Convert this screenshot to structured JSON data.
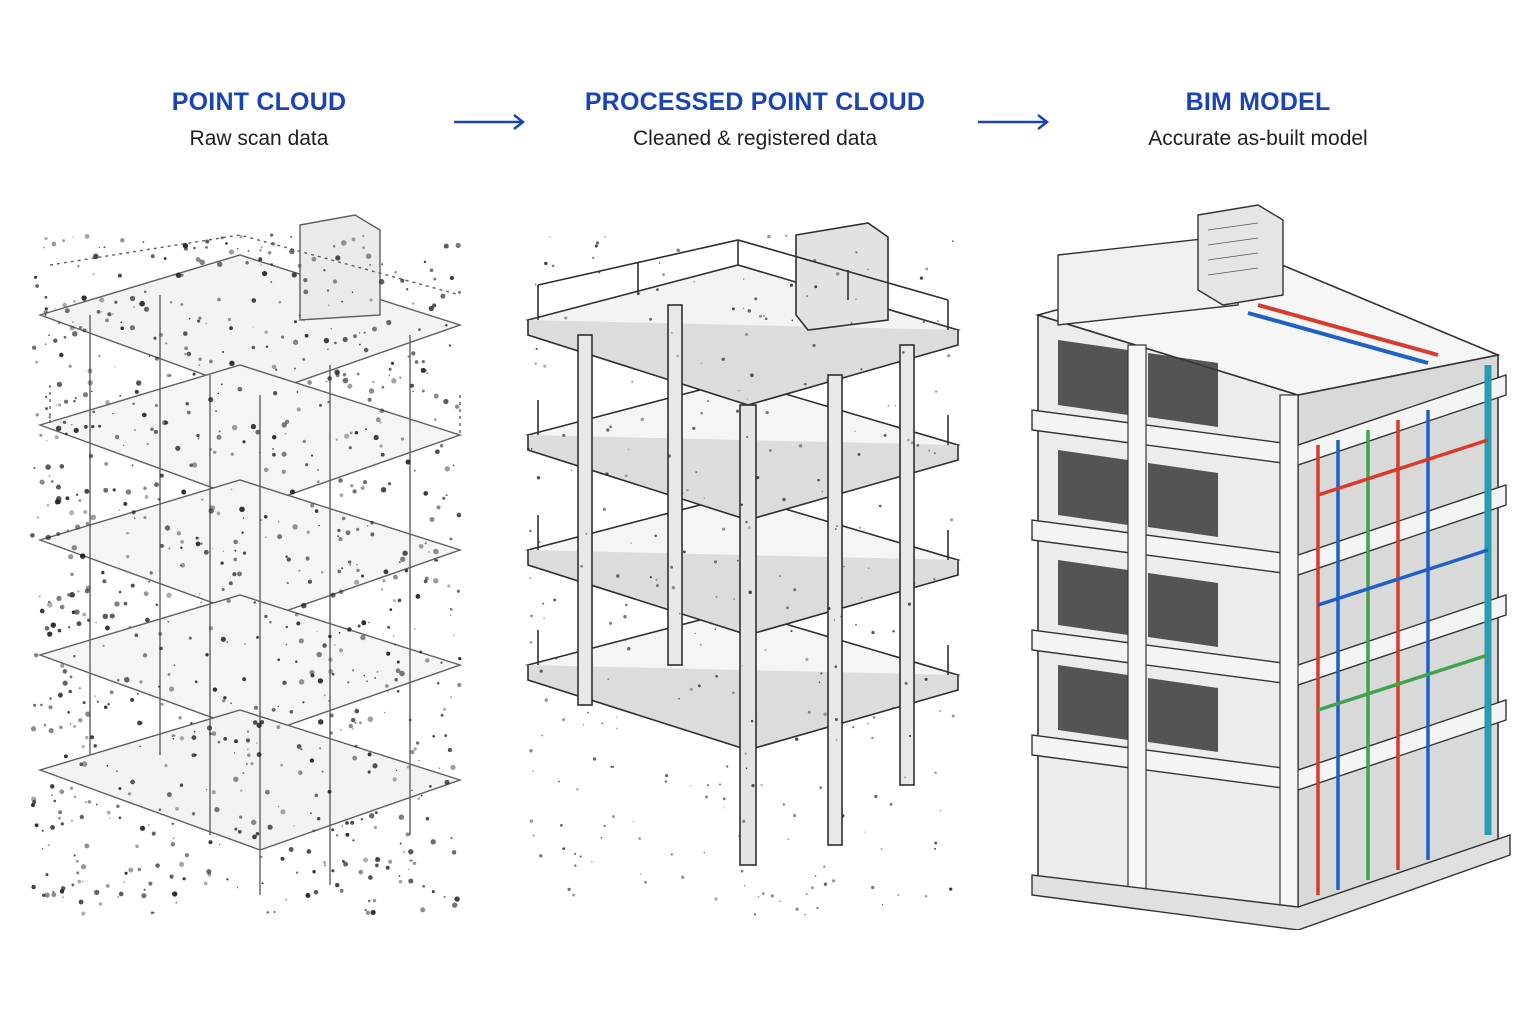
{
  "stages": [
    {
      "title": "POINT CLOUD",
      "subtitle": "Raw scan data"
    },
    {
      "title": "PROCESSED POINT CLOUD",
      "subtitle": "Cleaned & registered data"
    },
    {
      "title": "BIM MODEL",
      "subtitle": "Accurate as-built model"
    }
  ],
  "colors": {
    "title": "#1a44b5",
    "arrow": "#1a44b5",
    "text": "#1e1e1e",
    "ink": "#2a2a2a",
    "concrete": "#e6e6e6",
    "pipe_red": "#d93a2b",
    "pipe_blue": "#1f5fc9",
    "pipe_green": "#3fa34d",
    "pipe_teal": "#2b9cb0"
  },
  "icons": {
    "flow": "arrow-right-icon"
  }
}
